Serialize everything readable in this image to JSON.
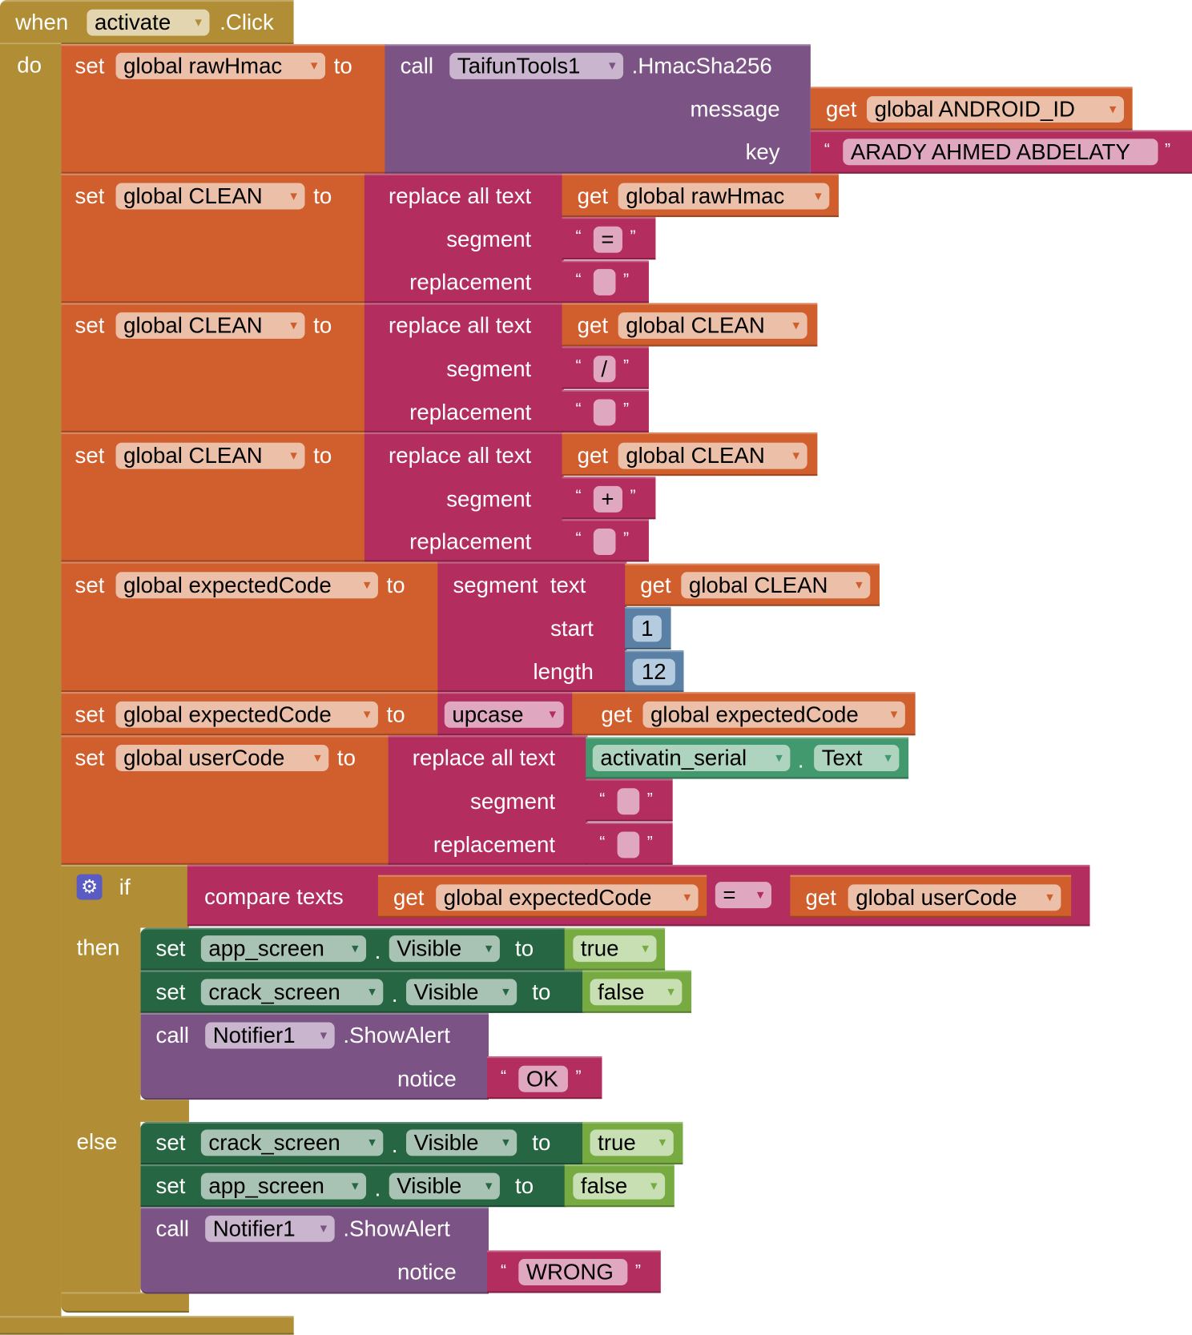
{
  "event": {
    "when": "when",
    "component": "activate",
    "event": ".Click",
    "do": "do"
  },
  "row1": {
    "set": "set",
    "var": "global rawHmac",
    "to": "to",
    "call": "call",
    "component": "TaifunTools1",
    "method": ".HmacSha256",
    "message_label": "message",
    "key_label": "key",
    "get": "get",
    "get_var": "global ANDROID_ID",
    "key_value": "ARADY AHMED ABDELATY"
  },
  "row2": {
    "set": "set",
    "var": "global CLEAN",
    "to": "to",
    "replace": "replace all text",
    "segment": "segment",
    "replacement": "replacement",
    "get": "get",
    "get_var": "global rawHmac",
    "segment_value": "=",
    "replacement_value": ""
  },
  "row3": {
    "set": "set",
    "var": "global CLEAN",
    "to": "to",
    "replace": "replace all text",
    "segment": "segment",
    "replacement": "replacement",
    "get": "get",
    "get_var": "global CLEAN",
    "segment_value": "/",
    "replacement_value": ""
  },
  "row4": {
    "set": "set",
    "var": "global CLEAN",
    "to": "to",
    "replace": "replace all text",
    "segment": "segment",
    "replacement": "replacement",
    "get": "get",
    "get_var": "global CLEAN",
    "segment_value": "+",
    "replacement_value": ""
  },
  "row5": {
    "set": "set",
    "var": "global expectedCode",
    "to": "to",
    "segment_text": "segment  text",
    "start": "start",
    "length": "length",
    "get": "get",
    "get_var": "global CLEAN",
    "start_value": "1",
    "length_value": "12"
  },
  "row6": {
    "set": "set",
    "var": "global expectedCode",
    "to": "to",
    "op": "upcase",
    "get": "get",
    "get_var": "global expectedCode"
  },
  "row7": {
    "set": "set",
    "var": "global userCode",
    "to": "to",
    "replace": "replace all text",
    "segment": "segment",
    "replacement": "replacement",
    "component": "activatin_serial",
    "dot": ".",
    "property": "Text",
    "segment_value": "",
    "replacement_value": ""
  },
  "ifblock": {
    "if": "if",
    "then": "then",
    "else": "else",
    "compare": "compare texts",
    "get": "get",
    "left_var": "global expectedCode",
    "op": "=",
    "right_var": "global userCode"
  },
  "then": [
    {
      "set": "set",
      "component": "app_screen",
      "dot": ".",
      "property": "Visible",
      "to": "to",
      "value": "true"
    },
    {
      "set": "set",
      "component": "crack_screen",
      "dot": ".",
      "property": "Visible",
      "to": "to",
      "value": "false"
    },
    {
      "call": "call",
      "component": "Notifier1",
      "method": ".ShowAlert",
      "notice": "notice",
      "value": "OK"
    }
  ],
  "else": [
    {
      "set": "set",
      "component": "crack_screen",
      "dot": ".",
      "property": "Visible",
      "to": "to",
      "value": "true"
    },
    {
      "set": "set",
      "component": "app_screen",
      "dot": ".",
      "property": "Visible",
      "to": "to",
      "value": "false"
    },
    {
      "call": "call",
      "component": "Notifier1",
      "method": ".ShowAlert",
      "notice": "notice",
      "value": "WRONG"
    }
  ],
  "symbols": {
    "open_quote": "“",
    "close_quote": "”",
    "arrow": "▾",
    "gear": "⚙"
  },
  "colors": {
    "event": "#B18E35",
    "variables": "#D05F2D",
    "component_call": "#7C5385",
    "text": "#B32D5E",
    "math": "#5B80A5",
    "component_setter": "#266643",
    "component_getter": "#41996D",
    "logic": "#77AB41"
  }
}
